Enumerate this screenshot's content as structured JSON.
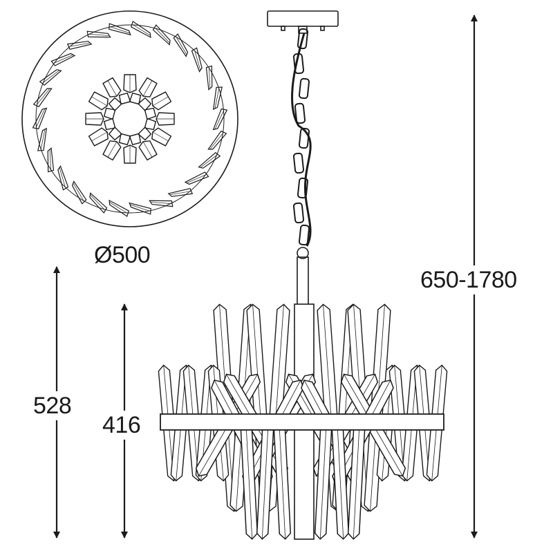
{
  "diagram": {
    "top_view": {
      "diameter_label": "Ø500"
    },
    "dimensions": {
      "total_height_label": "650-1780",
      "body_height_label": "528",
      "crystal_height_label": "416"
    },
    "colors": {
      "line": "#1a1a1a",
      "background": "#ffffff"
    }
  }
}
